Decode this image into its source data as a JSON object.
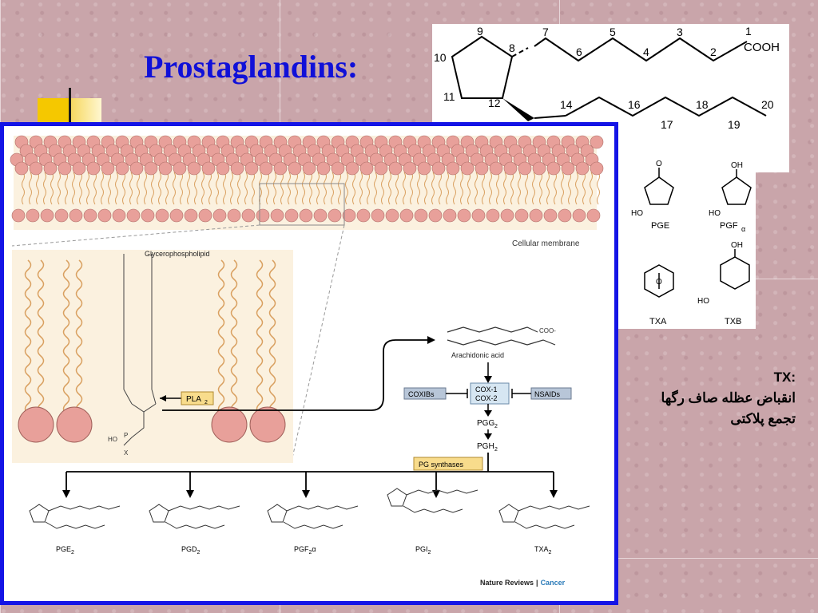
{
  "slide": {
    "title": "Prostaglandins:",
    "tx_heading": "TX:",
    "tx_line1": "انقباض عظله صاف رگها",
    "tx_line2": "تجمع پلاکتی"
  },
  "structure": {
    "cooh": "COOH",
    "numbers": [
      "1",
      "2",
      "3",
      "4",
      "5",
      "6",
      "7",
      "8",
      "9",
      "10",
      "11",
      "12",
      "14",
      "16",
      "17",
      "18",
      "19",
      "20"
    ]
  },
  "ring_panel": {
    "labels": [
      "PGE",
      "PGF",
      "TXA",
      "TXB"
    ],
    "subscript_alpha": "α",
    "oxo": "O",
    "oh": "OH",
    "ho": "HO"
  },
  "figure": {
    "cellular_membrane": "Cellular membrane",
    "glycerophospholipid": "Glycerophospholipid",
    "pla2": "PLA",
    "pla2_sub": "2",
    "arachidonic_acid": "Arachidonic acid",
    "coo": "COO-",
    "coxibs": "COXIBs",
    "cox1": "COX-1",
    "cox2": "COX-2",
    "nsaids": "NSAIDs",
    "pgg2": "PGG",
    "pgh2": "PGH",
    "sub2": "2",
    "pg_synthases": "PG synthases",
    "products": [
      "PGE",
      "PGD",
      "PGF",
      "PGI",
      "TXA"
    ],
    "pgf_suffix": "α",
    "credit_journal": "Nature Reviews",
    "credit_sep": "|",
    "credit_topic": "Cancer"
  },
  "colors": {
    "title": "#1010d8",
    "frame": "#1414e6",
    "bead": "#e8a09a",
    "pla2_box": "#f8dc8c",
    "cox_box": "#d6e6f2",
    "inhibitor_box": "#b8c6d8",
    "credit_topic": "#2a7ab8"
  }
}
